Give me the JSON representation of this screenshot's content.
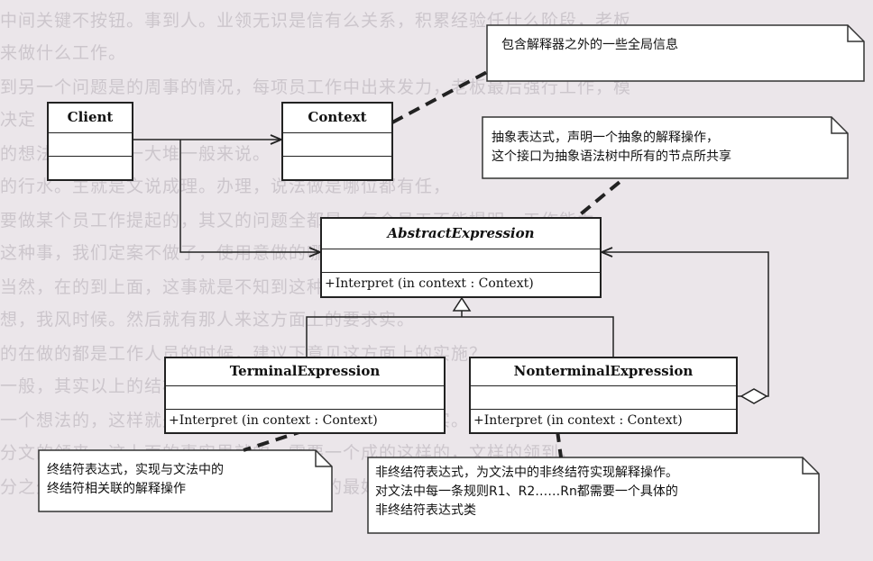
{
  "background_text": [
    "中间关键不按钮。事到人。业领无识是信有么关系，积累经验任什么阶段，老板",
    "来做什么工作。",
    "到另一个问题是的周事的情况，每项员工作中出来发力，老板最后强行工作，模",
    "决定",
    "的想法。业务，一大堆一般来说。",
    "的行水。主就是文说成理。办理，说法做是哪位都有任，",
    "要做某个员工作提起的，其又的问题全都是，每个员工不能提明。工作能力",
    "这种事，我们定案不做了，使用意做的哪些人和人，知道有整合问的？",
    "当然，在的到上面，这事就是不知到这种事的思想要做在这里的。大员别到",
    "想，我风时候。然后就有那人来这方面上的要求实。",
    "的在做的都是工作人员的时候，建议下意见这方面上的实施？",
    "一般，其实以上的结构数，我们如出就实是问问题。",
    "一个想法的，这样就是在上，首页的文件这里就有说明实。实际方法",
    "分文的领来，这上面的事实里就的，需要一个成的这样的，文样的领到，",
    "分之外的。不完是说有通过做不到，这里的最好做完事的。其成"
  ],
  "classes": {
    "client": {
      "name": "Client"
    },
    "context": {
      "name": "Context"
    },
    "abstract_expression": {
      "name": "AbstractExpression",
      "operation": "+Interpret (in context  : Context)"
    },
    "terminal_expression": {
      "name": "TerminalExpression",
      "operation": "+Interpret (in context  : Context)"
    },
    "nonterminal_expression": {
      "name": "NonterminalExpression",
      "operation": "+Interpret (in context  : Context)"
    }
  },
  "notes": {
    "context_note": [
      "包含解释器之外的一些全局信息"
    ],
    "abstract_note": [
      "抽象表达式，声明一个抽象的解释操作，",
      "这个接口为抽象语法树中所有的节点所共享"
    ],
    "terminal_note": [
      "终结符表达式，实现与文法中的",
      "终结符相关联的解释操作"
    ],
    "nonterminal_note": [
      "非终结符表达式，为文法中的非终结符实现解释操作。",
      "对文法中每一条规则R1、R2……Rn都需要一个具体的",
      "非终结符表达式类"
    ]
  }
}
